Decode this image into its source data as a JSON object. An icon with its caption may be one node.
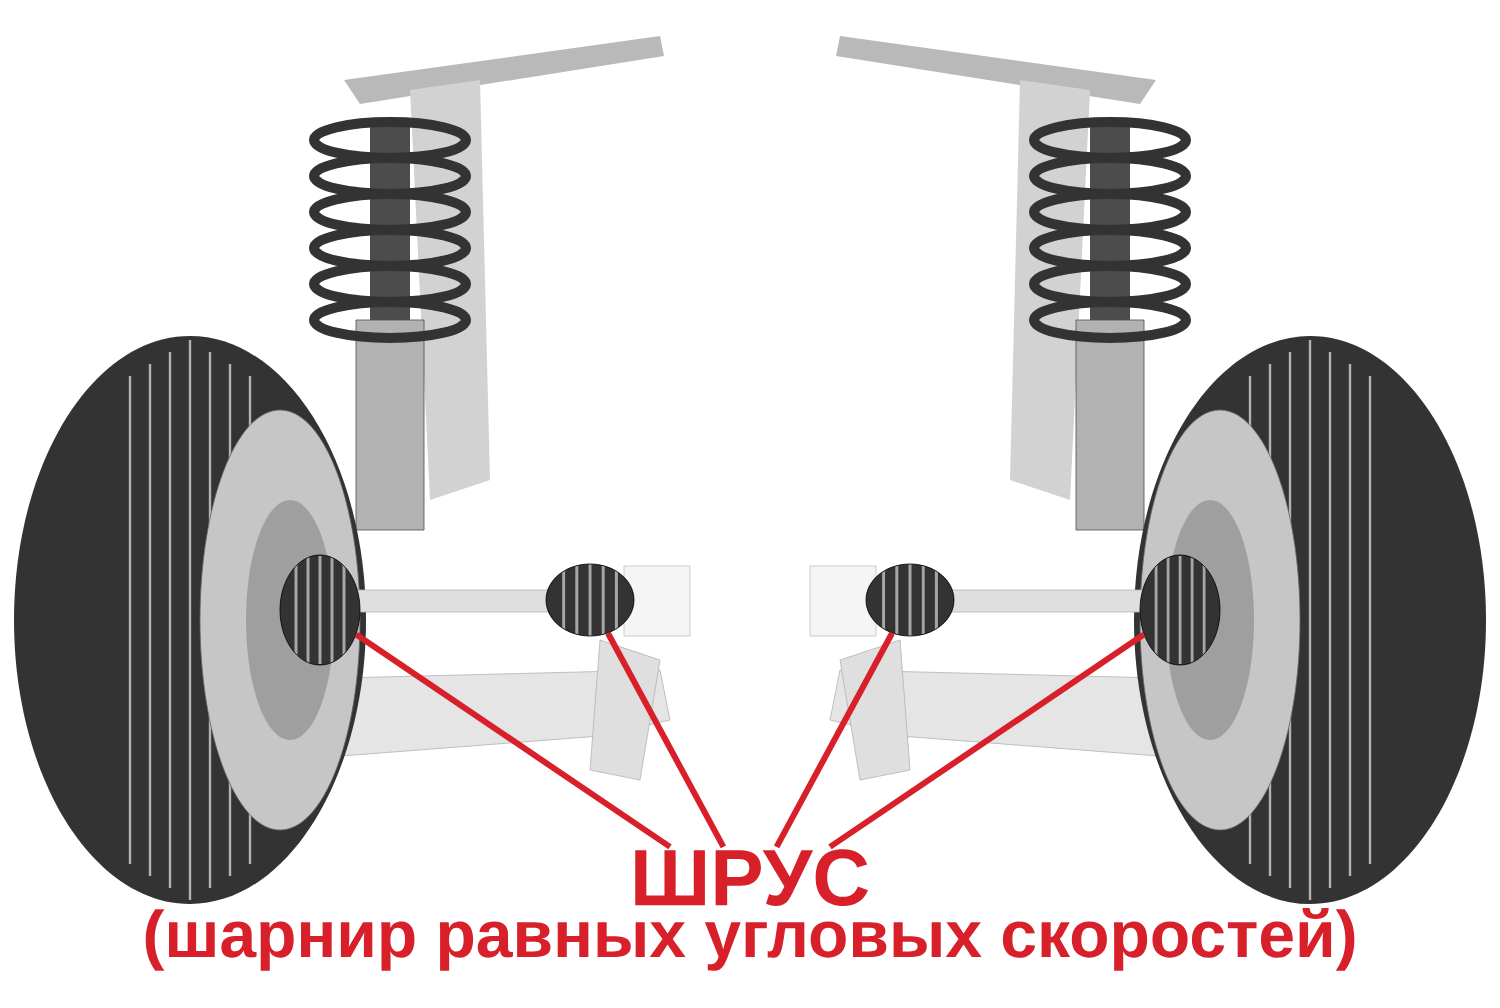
{
  "diagram": {
    "nodes": [
      {
        "text": [
          "ШРУС",
          "(шарнир равных угловых скоростей)"
        ]
      },
      {
        "text": [],
        "shape": "picture"
      },
      {
        "text": [],
        "shape": "picture"
      },
      {
        "text": [],
        "shape": "picture"
      },
      {
        "text": [],
        "shape": "picture"
      }
    ],
    "edges": [
      {
        "from": 1,
        "to": 0,
        "arrow": "none"
      },
      {
        "from": 2,
        "to": 0,
        "arrow": "none"
      },
      {
        "from": 3,
        "to": 0,
        "arrow": "none"
      },
      {
        "from": 4,
        "to": 0,
        "arrow": "none"
      }
    ]
  }
}
